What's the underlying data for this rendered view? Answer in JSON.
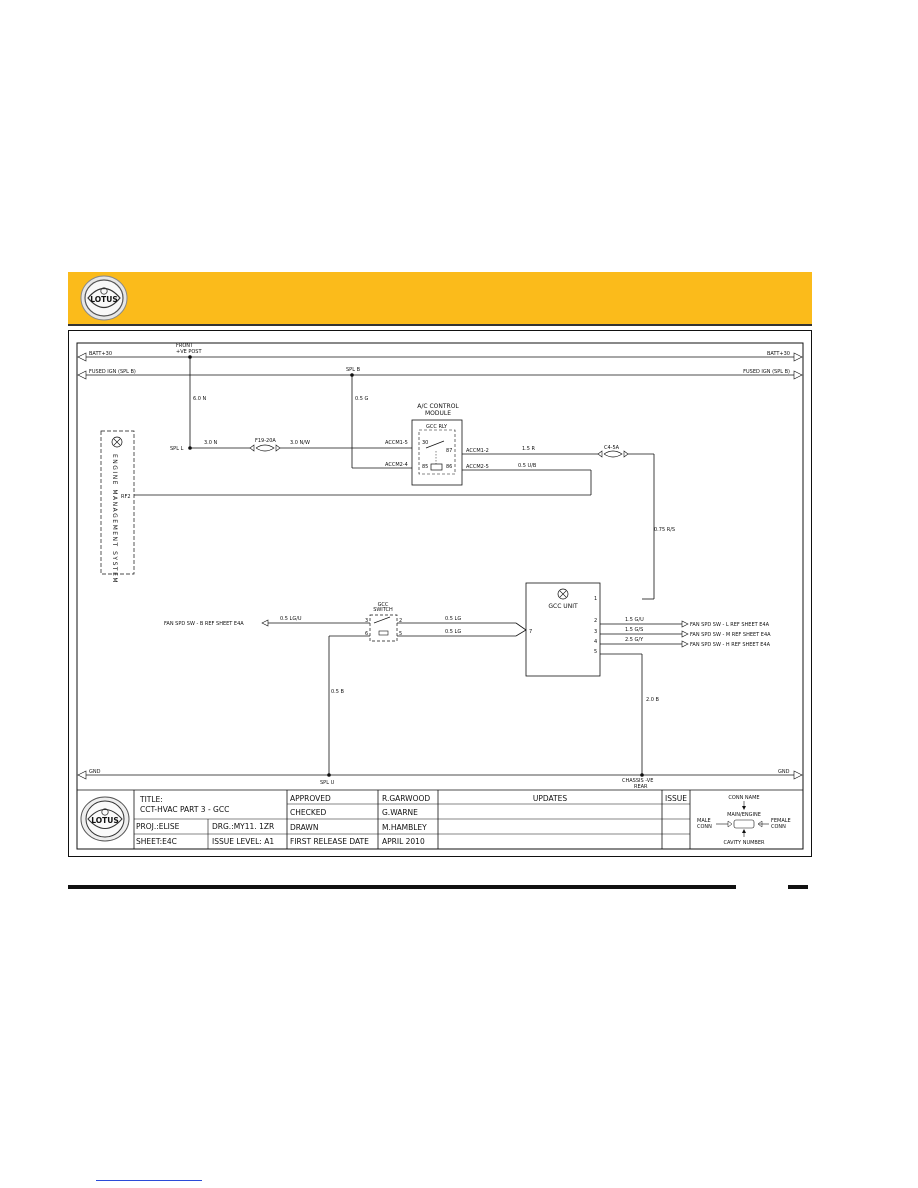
{
  "banner": {
    "background_color": "#fbbb1b",
    "logo_text": "LOTUS"
  },
  "diagram": {
    "rails": {
      "batt_left": "BATT+30",
      "batt_right": "BATT+30",
      "ign_left": "FUSED IGN (SPL B)",
      "ign_right": "FUSED IGN (SPL B)",
      "gnd_left": "GND",
      "gnd_right": "GND"
    },
    "front_post_1": "FRONT",
    "front_post_2": "+VE POST",
    "spl_b": "SPL B",
    "spl_l": "SPL L",
    "spl_u": "SPL U",
    "chassis_1": "CHASSIS -VE",
    "chassis_2": "REAR",
    "wires": {
      "w_6n": "6.0 N",
      "w_05g": "0.5 G",
      "w_3n": "3.0 N",
      "w_3nw": "3.0 N/W",
      "w_15r": "1.5 R",
      "w_05ub": "0.5 U/B",
      "w_075rs": "0.75 R/S",
      "w_05lgu": "0.5 LG/U",
      "w_05lg_a": "0.5 LG",
      "w_05lg_b": "0.5 LG",
      "w_15gu": "1.5 G/U",
      "w_15gs": "1.5 G/S",
      "w_25gy": "2.5 G/Y",
      "w_05b": "0.5 B",
      "w_20b": "2.0 B"
    },
    "fuses": {
      "f19": "F19-20A",
      "c4": "C4-5A"
    },
    "ac_module": {
      "title_1": "A/C CONTROL",
      "title_2": "MODULE",
      "relay": "GCC RLY",
      "pin_30": "30",
      "pin_87": "87",
      "pin_85": "85",
      "pin_86": "86",
      "accm1_5": "ACCM1-5",
      "accm2_4": "ACCM2-4",
      "accm1_2": "ACCM1-2",
      "accm2_5": "ACCM2-5"
    },
    "ems": {
      "label": "ENGINE MANAGEMENT SYSTEM",
      "pin": "RF2"
    },
    "gcc_switch": {
      "label_1": "GCC",
      "label_2": "SWITCH",
      "p3": "3",
      "p2": "2",
      "p6": "6",
      "p5": "5"
    },
    "gcc_unit": {
      "label": "GCC UNIT",
      "p1": "1",
      "p7": "7",
      "p2": "2",
      "p3": "3",
      "p4": "4",
      "p5": "5"
    },
    "refs": {
      "fan_b": "FAN SPD SW - B REF SHEET E4A",
      "fan_l": "FAN SPD SW - L REF SHEET E4A",
      "fan_m": "FAN SPD SW - M REF SHEET E4A",
      "fan_h": "FAN SPD SW - H REF SHEET E4A"
    }
  },
  "title_block": {
    "title_label": "TITLE:",
    "title": "CCT-HVAC PART 3 - GCC",
    "proj": "PROJ.:ELISE",
    "drg": "DRG.:MY11. 1ZR",
    "sheet": "SHEET:E4C",
    "issue_level": "ISSUE LEVEL: A1",
    "approved_label": "APPROVED",
    "approved": "R.GARWOOD",
    "checked_label": "CHECKED",
    "checked": "G.WARNE",
    "drawn_label": "DRAWN",
    "drawn": "M.HAMBLEY",
    "release_label": "FIRST RELEASE DATE",
    "release": "APRIL 2010",
    "updates": "UPDATES",
    "issue": "ISSUE",
    "legend": {
      "conn_name": "CONN NAME",
      "main": "MAIN/ENGINE",
      "male_1": "MALE",
      "male_2": "CONN",
      "female_1": "FEMALE",
      "female_2": "CONN",
      "cavity": "CAVITY NUMBER"
    }
  }
}
